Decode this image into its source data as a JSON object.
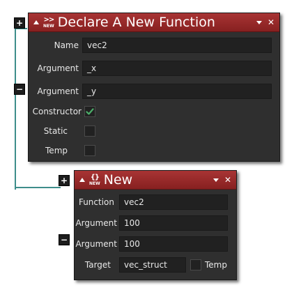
{
  "declare_block": {
    "title": "Declare A New Function",
    "header_glyph": ">>",
    "header_glyph_sub": "NEW",
    "rows": {
      "name_label": "Name",
      "name_value": "vec2",
      "arg1_label": "Argument",
      "arg1_value": "_x",
      "arg2_label": "Argument",
      "arg2_value": "_y",
      "constructor_label": "Constructor",
      "constructor_checked": true,
      "static_label": "Static",
      "static_checked": false,
      "temp_label": "Temp",
      "temp_checked": false
    },
    "collapse_symbol": "+",
    "minus_symbol": "−"
  },
  "new_block": {
    "title": "New",
    "header_glyph": "{}",
    "header_glyph_sub": "NEW",
    "rows": {
      "function_label": "Function",
      "function_value": "vec2",
      "arg1_label": "Argument",
      "arg1_value": "100",
      "arg2_label": "Argument",
      "arg2_value": "100",
      "target_label": "Target",
      "target_value": "vec_struct",
      "temp_label": "Temp",
      "temp_checked": false
    },
    "collapse_symbol": "+",
    "minus_symbol": "−"
  },
  "colors": {
    "header_red": "#962a2a",
    "panel_bg": "#2f2f2f",
    "field_bg": "#212121",
    "connector_teal": "#3d8d8a",
    "check_green": "#4cae6a"
  },
  "icons": [
    "collapse-triangle-icon",
    "dropdown-arrow-icon",
    "close-icon",
    "function-declare-icon",
    "new-struct-icon",
    "checkmark-icon"
  ]
}
